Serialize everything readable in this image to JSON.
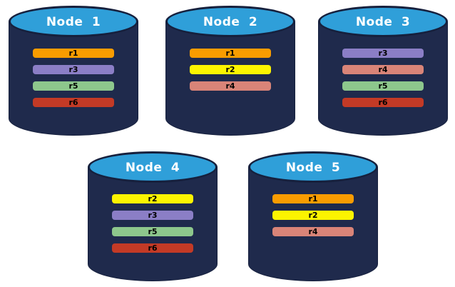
{
  "diagram": {
    "description": "Five database nodes with replicated ranges"
  },
  "colors": {
    "canvas_bg": "#ffffff",
    "cylinder_body": "#1f2a4c",
    "cylinder_top": "#2f9fd9",
    "cylinder_outline": "#16203d",
    "replicas": {
      "r1": "#f99c00",
      "r2": "#fcf400",
      "r3": "#8b7ec6",
      "r4": "#d98478",
      "r5": "#8dc78c",
      "r6": "#c33a26"
    }
  },
  "nodes": [
    {
      "title": "Node 1",
      "replicas": [
        {
          "label": "r1"
        },
        {
          "label": "r3"
        },
        {
          "label": "r5"
        },
        {
          "label": "r6"
        }
      ]
    },
    {
      "title": "Node 2",
      "replicas": [
        {
          "label": "r1"
        },
        {
          "label": "r2"
        },
        {
          "label": "r4"
        }
      ]
    },
    {
      "title": "Node 3",
      "replicas": [
        {
          "label": "r3"
        },
        {
          "label": "r4"
        },
        {
          "label": "r5"
        },
        {
          "label": "r6"
        }
      ]
    },
    {
      "title": "Node 4",
      "replicas": [
        {
          "label": "r2"
        },
        {
          "label": "r3"
        },
        {
          "label": "r5"
        },
        {
          "label": "r6"
        }
      ]
    },
    {
      "title": "Node 5",
      "replicas": [
        {
          "label": "r1"
        },
        {
          "label": "r2"
        },
        {
          "label": "r4"
        }
      ]
    }
  ]
}
